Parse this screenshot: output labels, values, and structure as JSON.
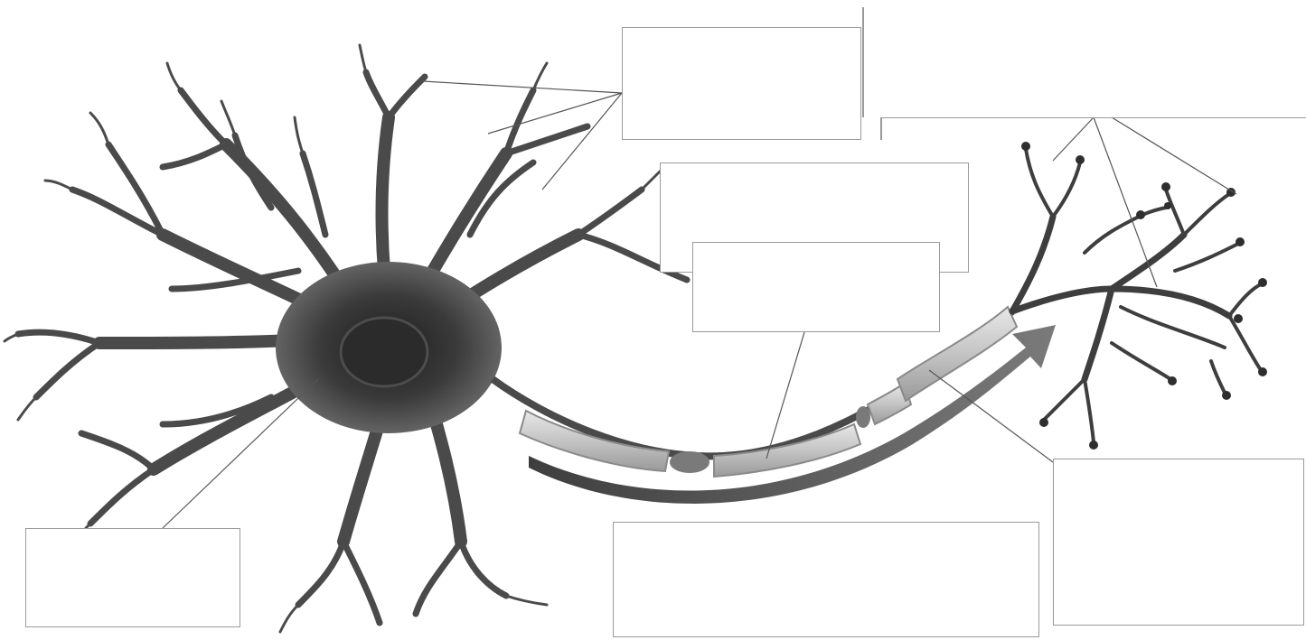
{
  "diagram": {
    "subject": "neuron-structure",
    "colors": {
      "cell": "#3a3a3a",
      "cell_mid": "#6b6b6b",
      "cell_light": "#a0a0a0",
      "myelin": "#cfcfcf",
      "myelin_edge": "#8a8a8a",
      "arrow": "#5a5a5a",
      "leader": "#555555",
      "box_border": "#9a9a9a"
    },
    "labels": [
      {
        "id": "dendrites",
        "text": ""
      },
      {
        "id": "upper-center-a",
        "text": ""
      },
      {
        "id": "myelin-sheath",
        "text": ""
      },
      {
        "id": "node-of-ranvier",
        "text": ""
      },
      {
        "id": "axon-terminals",
        "text": ""
      },
      {
        "id": "cell-body",
        "text": ""
      },
      {
        "id": "axon",
        "text": ""
      },
      {
        "id": "schwann-cell",
        "text": ""
      }
    ]
  }
}
